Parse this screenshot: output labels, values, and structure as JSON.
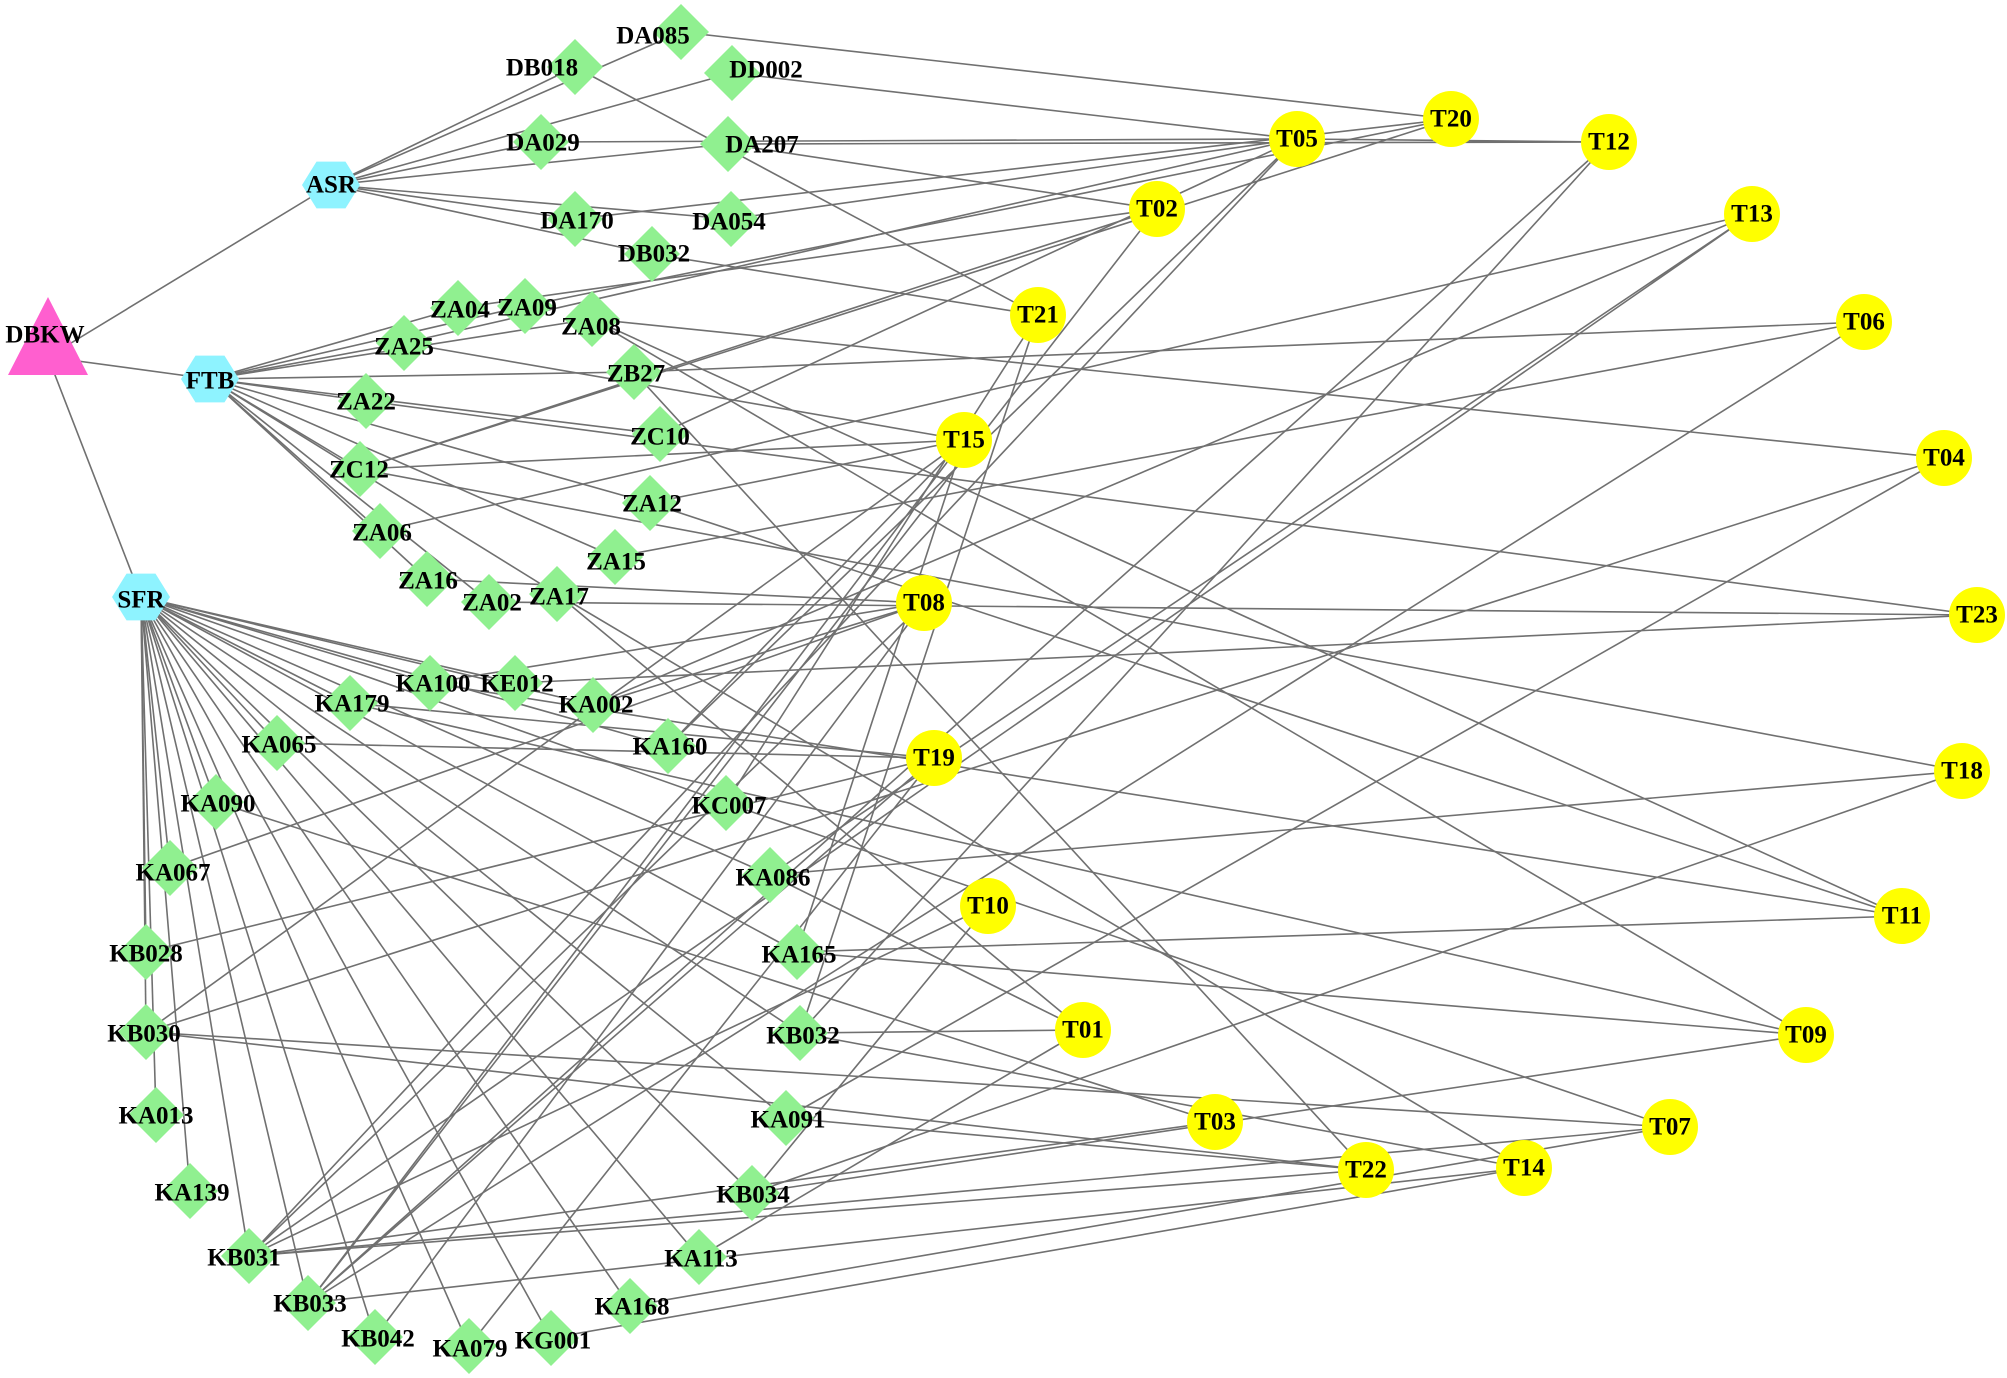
{
  "colors": {
    "root": "#ff5fcf",
    "category": "#8ef3ff",
    "compound": "#90f090",
    "target": "#ffff00",
    "edge": "#707070"
  },
  "nodes": [
    {
      "id": "DBKW",
      "kind": "root"
    },
    {
      "id": "ASR",
      "kind": "category"
    },
    {
      "id": "FTB",
      "kind": "category"
    },
    {
      "id": "SFR",
      "kind": "category"
    },
    {
      "id": "DA085",
      "kind": "compound"
    },
    {
      "id": "DB018",
      "kind": "compound"
    },
    {
      "id": "DD002",
      "kind": "compound"
    },
    {
      "id": "DA029",
      "kind": "compound"
    },
    {
      "id": "DA207",
      "kind": "compound"
    },
    {
      "id": "DA170",
      "kind": "compound"
    },
    {
      "id": "DA054",
      "kind": "compound"
    },
    {
      "id": "DB032",
      "kind": "compound"
    },
    {
      "id": "ZA04",
      "kind": "compound"
    },
    {
      "id": "ZA09",
      "kind": "compound"
    },
    {
      "id": "ZA08",
      "kind": "compound"
    },
    {
      "id": "ZA25",
      "kind": "compound"
    },
    {
      "id": "ZB27",
      "kind": "compound"
    },
    {
      "id": "ZA22",
      "kind": "compound"
    },
    {
      "id": "ZC10",
      "kind": "compound"
    },
    {
      "id": "ZC12",
      "kind": "compound"
    },
    {
      "id": "ZA12",
      "kind": "compound"
    },
    {
      "id": "ZA06",
      "kind": "compound"
    },
    {
      "id": "ZA15",
      "kind": "compound"
    },
    {
      "id": "ZA16",
      "kind": "compound"
    },
    {
      "id": "ZA02",
      "kind": "compound"
    },
    {
      "id": "ZA17",
      "kind": "compound"
    },
    {
      "id": "KA100",
      "kind": "compound"
    },
    {
      "id": "KE012",
      "kind": "compound"
    },
    {
      "id": "KA179",
      "kind": "compound"
    },
    {
      "id": "KA002",
      "kind": "compound"
    },
    {
      "id": "KA065",
      "kind": "compound"
    },
    {
      "id": "KA160",
      "kind": "compound"
    },
    {
      "id": "KA090",
      "kind": "compound"
    },
    {
      "id": "KC007",
      "kind": "compound"
    },
    {
      "id": "KA067",
      "kind": "compound"
    },
    {
      "id": "KA086",
      "kind": "compound"
    },
    {
      "id": "KB028",
      "kind": "compound"
    },
    {
      "id": "KA165",
      "kind": "compound"
    },
    {
      "id": "KB030",
      "kind": "compound"
    },
    {
      "id": "KB032",
      "kind": "compound"
    },
    {
      "id": "KA013",
      "kind": "compound"
    },
    {
      "id": "KA091",
      "kind": "compound"
    },
    {
      "id": "KA139",
      "kind": "compound"
    },
    {
      "id": "KB034",
      "kind": "compound"
    },
    {
      "id": "KB031",
      "kind": "compound"
    },
    {
      "id": "KA113",
      "kind": "compound"
    },
    {
      "id": "KB033",
      "kind": "compound"
    },
    {
      "id": "KA168",
      "kind": "compound"
    },
    {
      "id": "KB042",
      "kind": "compound"
    },
    {
      "id": "KA079",
      "kind": "compound"
    },
    {
      "id": "KG001",
      "kind": "compound"
    },
    {
      "id": "T20",
      "kind": "target"
    },
    {
      "id": "T05",
      "kind": "target"
    },
    {
      "id": "T12",
      "kind": "target"
    },
    {
      "id": "T02",
      "kind": "target"
    },
    {
      "id": "T13",
      "kind": "target"
    },
    {
      "id": "T21",
      "kind": "target"
    },
    {
      "id": "T06",
      "kind": "target"
    },
    {
      "id": "T15",
      "kind": "target"
    },
    {
      "id": "T04",
      "kind": "target"
    },
    {
      "id": "T08",
      "kind": "target"
    },
    {
      "id": "T23",
      "kind": "target"
    },
    {
      "id": "T19",
      "kind": "target"
    },
    {
      "id": "T18",
      "kind": "target"
    },
    {
      "id": "T10",
      "kind": "target"
    },
    {
      "id": "T11",
      "kind": "target"
    },
    {
      "id": "T01",
      "kind": "target"
    },
    {
      "id": "T09",
      "kind": "target"
    },
    {
      "id": "T03",
      "kind": "target"
    },
    {
      "id": "T07",
      "kind": "target"
    },
    {
      "id": "T22",
      "kind": "target"
    },
    {
      "id": "T14",
      "kind": "target"
    }
  ],
  "edges": [
    [
      "DBKW",
      "ASR"
    ],
    [
      "DBKW",
      "FTB"
    ],
    [
      "DBKW",
      "SFR"
    ],
    [
      "ASR",
      "DA085"
    ],
    [
      "ASR",
      "DB018"
    ],
    [
      "ASR",
      "DD002"
    ],
    [
      "ASR",
      "DA029"
    ],
    [
      "ASR",
      "DA207"
    ],
    [
      "ASR",
      "DA170"
    ],
    [
      "ASR",
      "DA054"
    ],
    [
      "ASR",
      "DB032"
    ],
    [
      "FTB",
      "ZA04"
    ],
    [
      "FTB",
      "ZA09"
    ],
    [
      "FTB",
      "ZA08"
    ],
    [
      "FTB",
      "ZA25"
    ],
    [
      "FTB",
      "ZB27"
    ],
    [
      "FTB",
      "ZA22"
    ],
    [
      "FTB",
      "ZC10"
    ],
    [
      "FTB",
      "ZC12"
    ],
    [
      "FTB",
      "ZA12"
    ],
    [
      "FTB",
      "ZA06"
    ],
    [
      "FTB",
      "ZA15"
    ],
    [
      "FTB",
      "ZA16"
    ],
    [
      "FTB",
      "ZA02"
    ],
    [
      "FTB",
      "ZA17"
    ],
    [
      "SFR",
      "KA100"
    ],
    [
      "SFR",
      "KE012"
    ],
    [
      "SFR",
      "KA179"
    ],
    [
      "SFR",
      "KA002"
    ],
    [
      "SFR",
      "KA065"
    ],
    [
      "SFR",
      "KA160"
    ],
    [
      "SFR",
      "KA090"
    ],
    [
      "SFR",
      "KC007"
    ],
    [
      "SFR",
      "KA067"
    ],
    [
      "SFR",
      "KA086"
    ],
    [
      "SFR",
      "KB028"
    ],
    [
      "SFR",
      "KA165"
    ],
    [
      "SFR",
      "KB030"
    ],
    [
      "SFR",
      "KB032"
    ],
    [
      "SFR",
      "KA013"
    ],
    [
      "SFR",
      "KA091"
    ],
    [
      "SFR",
      "KA139"
    ],
    [
      "SFR",
      "KB034"
    ],
    [
      "SFR",
      "KB031"
    ],
    [
      "SFR",
      "KA113"
    ],
    [
      "SFR",
      "KB033"
    ],
    [
      "SFR",
      "KA168"
    ],
    [
      "SFR",
      "KB042"
    ],
    [
      "SFR",
      "KA079"
    ],
    [
      "SFR",
      "KG001"
    ],
    [
      "DA085",
      "T20"
    ],
    [
      "DD002",
      "T05"
    ],
    [
      "DA029",
      "T05"
    ],
    [
      "DA207",
      "T12"
    ],
    [
      "DA207",
      "T02"
    ],
    [
      "DB018",
      "T21"
    ],
    [
      "DA170",
      "T20"
    ],
    [
      "DA054",
      "T05"
    ],
    [
      "DB032",
      "T21"
    ],
    [
      "ZA04",
      "T02"
    ],
    [
      "ZA09",
      "T20"
    ],
    [
      "ZA08",
      "T04"
    ],
    [
      "ZA08",
      "T11"
    ],
    [
      "ZA08",
      "T09"
    ],
    [
      "ZA25",
      "T15"
    ],
    [
      "ZA25",
      "T05"
    ],
    [
      "ZB27",
      "T22"
    ],
    [
      "ZB27",
      "T06"
    ],
    [
      "ZA22",
      "T23"
    ],
    [
      "ZC10",
      "T05"
    ],
    [
      "ZC12",
      "T02"
    ],
    [
      "ZC12",
      "T20"
    ],
    [
      "ZC12",
      "T18"
    ],
    [
      "ZC12",
      "T15"
    ],
    [
      "ZA12",
      "T11"
    ],
    [
      "ZA12",
      "T15"
    ],
    [
      "ZA06",
      "T13"
    ],
    [
      "ZA15",
      "T06"
    ],
    [
      "ZA16",
      "T08"
    ],
    [
      "ZA02",
      "T23"
    ],
    [
      "ZA17",
      "T01"
    ],
    [
      "ZA17",
      "T14"
    ],
    [
      "KA100",
      "T08"
    ],
    [
      "KA100",
      "T11"
    ],
    [
      "KE012",
      "T23"
    ],
    [
      "KA179",
      "T19"
    ],
    [
      "KA179",
      "T09"
    ],
    [
      "KA002",
      "T13"
    ],
    [
      "KA002",
      "T08"
    ],
    [
      "KA065",
      "T19"
    ],
    [
      "KA160",
      "T15"
    ],
    [
      "KA160",
      "T05"
    ],
    [
      "KA090",
      "T03"
    ],
    [
      "KC007",
      "T21"
    ],
    [
      "KC007",
      "T07"
    ],
    [
      "KA067",
      "T08"
    ],
    [
      "KA086",
      "T18"
    ],
    [
      "KA086",
      "T01"
    ],
    [
      "KA086",
      "T13"
    ],
    [
      "KB028",
      "T19"
    ],
    [
      "KA165",
      "T11"
    ],
    [
      "KA165",
      "T15"
    ],
    [
      "KA165",
      "T09"
    ],
    [
      "KB030",
      "T15"
    ],
    [
      "KB030",
      "T07"
    ],
    [
      "KB030",
      "T04"
    ],
    [
      "KB030",
      "T22"
    ],
    [
      "KB032",
      "T01"
    ],
    [
      "KB032",
      "T12"
    ],
    [
      "KB032",
      "T21"
    ],
    [
      "KB032",
      "T14"
    ],
    [
      "KA091",
      "T04"
    ],
    [
      "KA091",
      "T22"
    ],
    [
      "KB034",
      "T18"
    ],
    [
      "KB034",
      "T10"
    ],
    [
      "KB034",
      "T09"
    ],
    [
      "KB031",
      "T05"
    ],
    [
      "KB031",
      "T13"
    ],
    [
      "KB031",
      "T10"
    ],
    [
      "KB031",
      "T07"
    ],
    [
      "KB031",
      "T22"
    ],
    [
      "KB031",
      "T03"
    ],
    [
      "KB031",
      "T08"
    ],
    [
      "KA113",
      "T01"
    ],
    [
      "KB033",
      "T06"
    ],
    [
      "KB033",
      "T12"
    ],
    [
      "KB033",
      "T19"
    ],
    [
      "KB033",
      "T02"
    ],
    [
      "KB033",
      "T15"
    ],
    [
      "KB033",
      "T14"
    ],
    [
      "KA168",
      "T07"
    ],
    [
      "KB042",
      "T08"
    ],
    [
      "KA079",
      "T19"
    ],
    [
      "KG001",
      "T14"
    ],
    [
      "T05",
      "T12"
    ]
  ]
}
